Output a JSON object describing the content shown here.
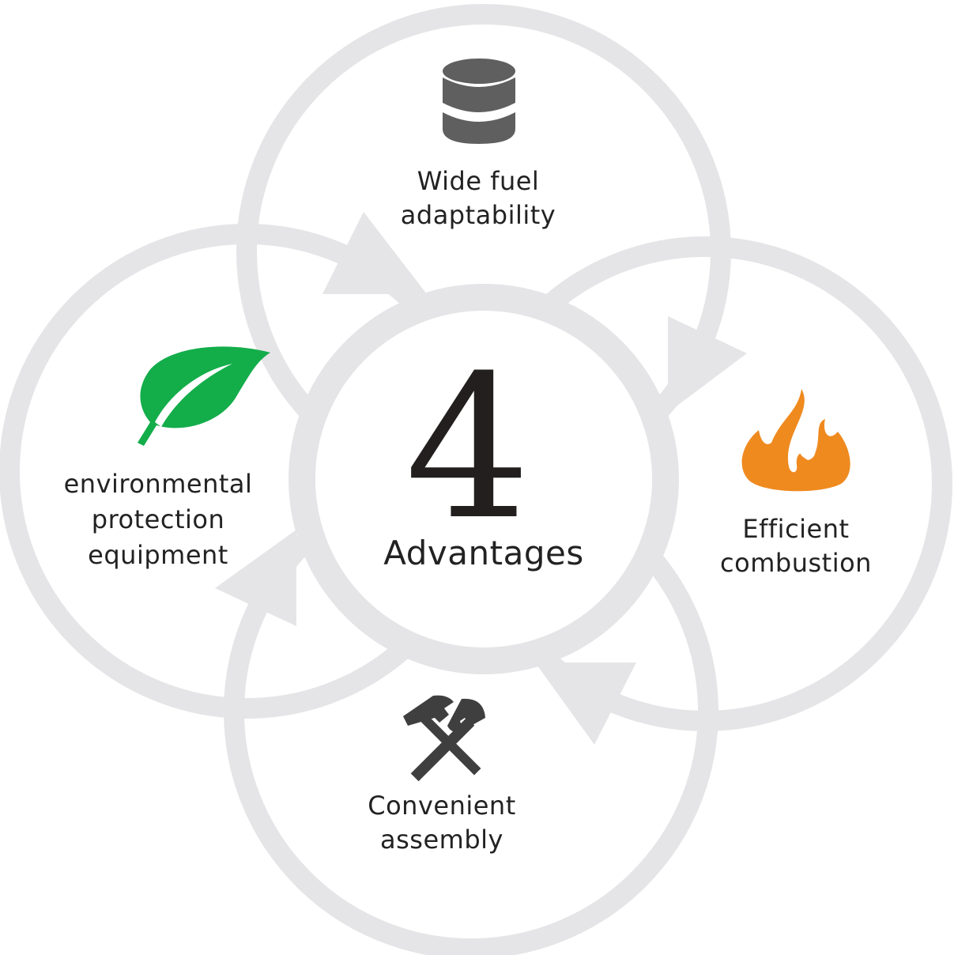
{
  "center": {
    "number": "4",
    "word": "Advantages"
  },
  "advantages": [
    {
      "lines": [
        "Wide fuel",
        "adaptability"
      ],
      "icon": "database-icon",
      "color": "#5f5f5f"
    },
    {
      "lines": [
        "Efficient",
        "combustion"
      ],
      "icon": "flame-icon",
      "color": "#ef8a1f"
    },
    {
      "lines": [
        "Convenient",
        "assembly"
      ],
      "icon": "tools-icon",
      "color": "#3f3f3f"
    },
    {
      "lines": [
        "environmental",
        "protection",
        "equipment"
      ],
      "icon": "leaf-icon",
      "color": "#13ad4a"
    }
  ],
  "colors": {
    "ring": "#e5e5e7",
    "text": "#222222"
  }
}
